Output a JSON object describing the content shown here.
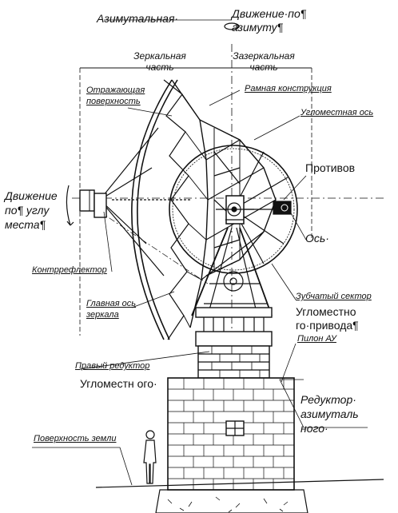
{
  "labels": {
    "azimuth_axis": "Азимутальная·",
    "az_move": "Движение·по¶ азимуту¶",
    "mirror_part": "Зеркальная часть",
    "rear_part": "Зазеркальная часть",
    "reflect_surface": "Отражающая поверхность",
    "frame": "Рамная конструкция",
    "elev_axis": "Угломестная ось",
    "counterweight": "Противов",
    "elev_move": "Движение по¶ углу места¶",
    "axis": "Ось·",
    "counter_reflector": "Контррефлектор",
    "gear_sector": "Зубчатый сектор",
    "elev_drive": "Угломестно го·привода¶",
    "pylon": "Пилон АУ",
    "main_axis": "Главная ось зеркала",
    "right_gear": "Правый редуктор",
    "elev_short": "Угломестн ого·",
    "az_gearbox": "Редуктор· азимуталь ного·",
    "ground": "Поверхность земли"
  }
}
